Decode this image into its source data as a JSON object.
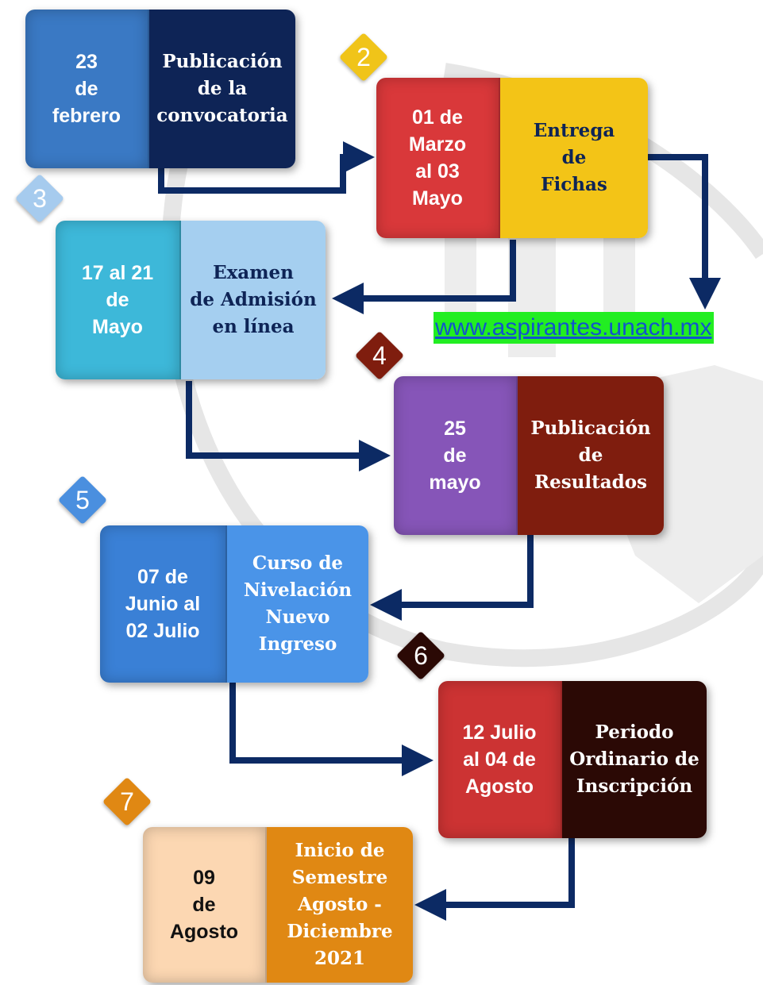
{
  "steps": [
    {
      "number": "2",
      "date": "01 de\nMarzo\nal 03\nMayo",
      "title": "Entrega\nde\nFichas"
    },
    {
      "number": "3",
      "date": "17 al 21\nde\nMayo",
      "title": "Examen\nde Admisión\nen línea"
    },
    {
      "number": "4",
      "date": "25\nde\nmayo",
      "title": "Publicación\nde\nResultados"
    },
    {
      "number": "5",
      "date": "07 de\nJunio al\n02 Julio",
      "title": "Curso de\nNivelación\nNuevo\nIngreso"
    },
    {
      "number": "6",
      "date": "12 Julio\nal 04 de\nAgosto",
      "title": "Periodo\nOrdinario de\nInscripción"
    },
    {
      "number": "7",
      "date": "09\nde\nAgosto",
      "title": "Inicio de\nSemestre\nAgosto -\nDiciembre\n2021"
    },
    {
      "number": "",
      "date": "23\nde\nfebrero",
      "title": "Publicación\nde la\nconvocatoria"
    }
  ],
  "link": {
    "text": "www.aspirantes.unach.mx"
  },
  "colors": {
    "step1_date": "#3a79c4",
    "step1_desc": "#0e2456",
    "step2_date": "#d9383a",
    "step2_desc": "#f3c417",
    "step2_badge": "#f0c419",
    "step3_date": "#3db8d9",
    "step3_desc": "#a5cff0",
    "step3_badge": "#a6cbee",
    "step4_date": "#8655b8",
    "step4_desc": "#7f1d0e",
    "step4_badge": "#7f1d0e",
    "step5_date": "#3a80d6",
    "step5_desc": "#4a94e8",
    "step5_badge": "#4a8fdf",
    "step6_date": "#cc3333",
    "step6_desc": "#2b0905",
    "step6_badge": "#2b0905",
    "step7_date": "#fcd7b2",
    "step7_desc": "#e08813",
    "step7_badge": "#e08813",
    "arrow": "#0c2a64",
    "link_bg": "#22ee22",
    "link_text": "#1155cc"
  }
}
